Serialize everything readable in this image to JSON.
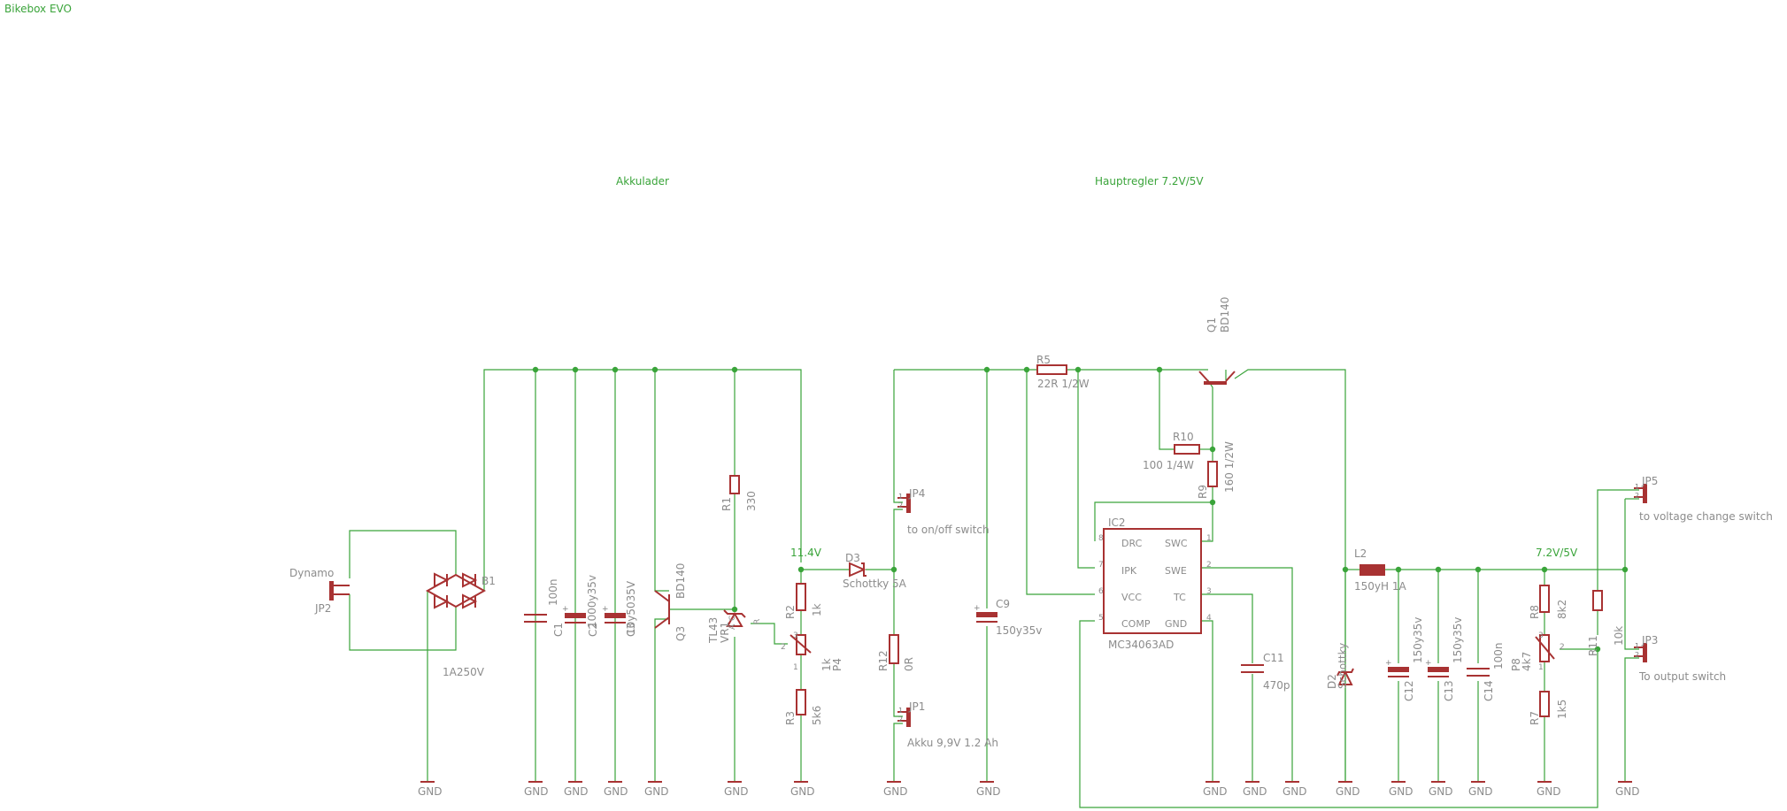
{
  "sheet": {
    "title": "Bikebox EVO",
    "sections": {
      "charger": "Akkulader",
      "main_regulator": "Hauptregler 7.2V/5V"
    }
  },
  "nets": {
    "v_charge": "11.4V",
    "v_out": "7.2V/5V",
    "ground": "GND"
  },
  "parts": {
    "JP2": {
      "name": "JP2",
      "value": "Dynamo"
    },
    "B1": {
      "name": "B1",
      "value": "1A250V"
    },
    "C1": {
      "name": "C1",
      "value": "100n"
    },
    "C2": {
      "name": "C2",
      "value": "1000y35v"
    },
    "C3": {
      "name": "C3",
      "value": "10y5035V"
    },
    "Q3": {
      "name": "Q3",
      "value": "BD140"
    },
    "R1": {
      "name": "R1",
      "value": "330"
    },
    "VR1": {
      "name": "VR1",
      "value": "TL43",
      "pin_a": "A",
      "pin_c": "C",
      "pin_r": "R"
    },
    "R2": {
      "name": "R2",
      "value": "1k"
    },
    "P4": {
      "name": "P4",
      "value": "1k"
    },
    "R3": {
      "name": "R3",
      "value": "5k6"
    },
    "D3": {
      "name": "D3",
      "value": "Schottky 5A"
    },
    "JP4": {
      "name": "JP4",
      "value": "to on/off switch"
    },
    "R12": {
      "name": "R12",
      "value": "0R"
    },
    "JP1": {
      "name": "JP1",
      "value": "Akku 9,9V 1.2 Ah"
    },
    "C9": {
      "name": "C9",
      "value": "150y35v"
    },
    "R5": {
      "name": "R5",
      "value": "22R 1/2W"
    },
    "Q1": {
      "name": "Q1",
      "value": "BD140"
    },
    "R10": {
      "name": "R10",
      "value": "100 1/4W"
    },
    "R9": {
      "name": "R9",
      "value": "160 1/2W"
    },
    "IC2": {
      "name": "IC2",
      "value": "MC34063AD"
    },
    "C11": {
      "name": "C11",
      "value": "470p"
    },
    "L2": {
      "name": "L2",
      "value": "150yH 1A"
    },
    "D2": {
      "name": "D2",
      "value": "Schottky"
    },
    "C12": {
      "name": "C12",
      "value": "150y35v"
    },
    "C13": {
      "name": "C13",
      "value": "150y35v"
    },
    "C14": {
      "name": "C14",
      "value": "100n"
    },
    "R8": {
      "name": "R8",
      "value": "8k2"
    },
    "P8": {
      "name": "P8",
      "value": "4k7"
    },
    "R7": {
      "name": "R7",
      "value": "1k5"
    },
    "R11": {
      "name": "R11",
      "value": "10k"
    },
    "JP5": {
      "name": "JP5",
      "value": "to voltage change switch"
    },
    "JP3": {
      "name": "JP3",
      "value": "To output switch"
    }
  },
  "ic_pins": {
    "drc": "DRC",
    "ipk": "IPK",
    "vcc": "VCC",
    "comp": "COMP",
    "swc": "SWC",
    "swe": "SWE",
    "tc": "TC",
    "gnd": "GND",
    "n1": "1",
    "n2": "2",
    "n3": "3",
    "n4": "4",
    "n5": "5",
    "n6": "6",
    "n7": "7",
    "n8": "8"
  },
  "pin_numbers": {
    "one": "1",
    "two": "2",
    "three": "3"
  },
  "colors": {
    "wire": "#3aa43a",
    "symbol": "#a83232",
    "net_label": "#3aa43a",
    "part_text": "#8c8c8c",
    "background": "#ffffff"
  }
}
